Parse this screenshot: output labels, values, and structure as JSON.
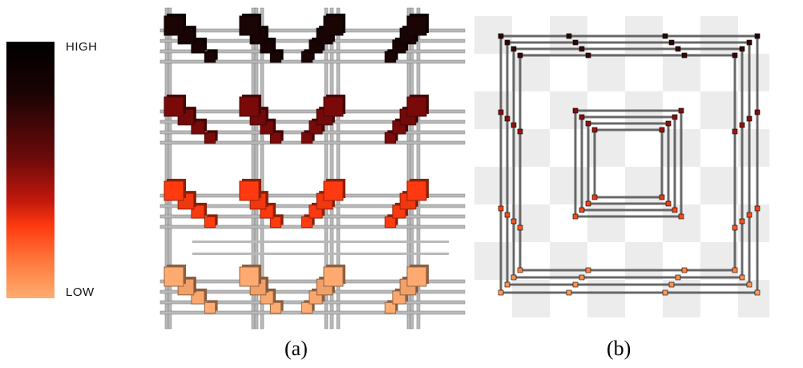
{
  "colorbar": {
    "high_label": "HIGH",
    "low_label": "LOW",
    "stops": [
      "#000000",
      "#3a0606",
      "#8a0e0e",
      "#d41d0a",
      "#ff4a12",
      "#ff8a4c",
      "#ffab6c"
    ]
  },
  "panels": [
    {
      "id": "a",
      "caption": "(a)"
    },
    {
      "id": "b",
      "caption": "(b)"
    }
  ],
  "colors": {
    "layer_back": "#1a0404",
    "layer_2": "#7a0a0a",
    "layer_3": "#ff3a10",
    "layer_front": "#ffaa70",
    "rod": "#b9b9b9",
    "checker": "#ececec"
  }
}
